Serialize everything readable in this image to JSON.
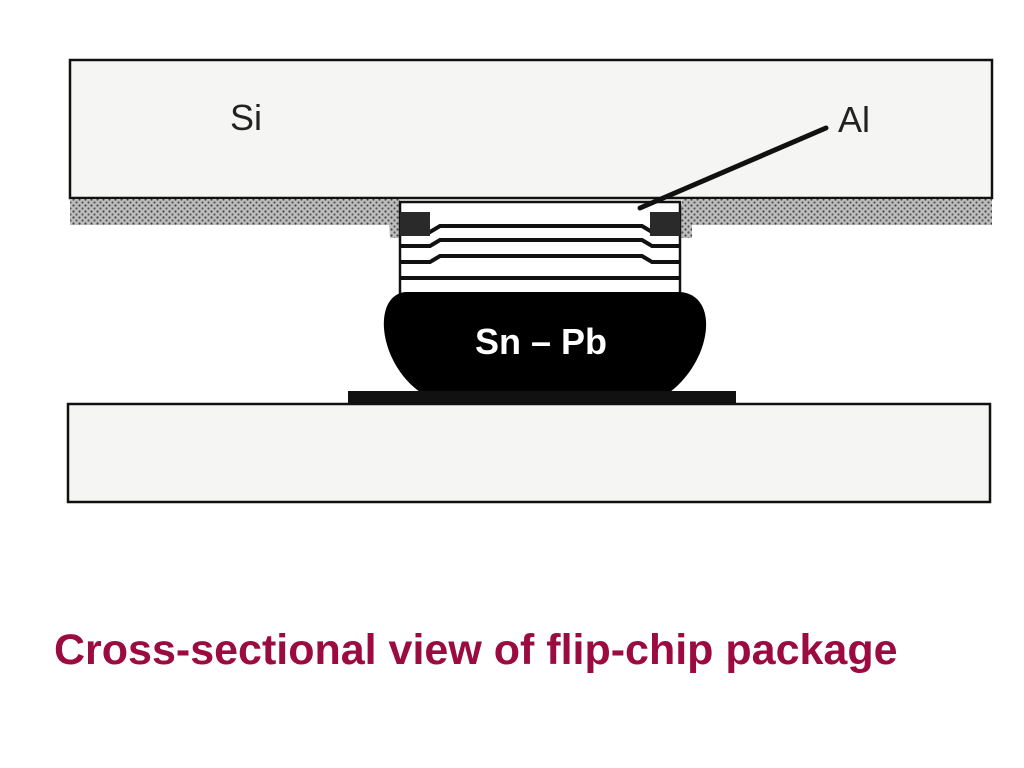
{
  "diagram": {
    "labels": {
      "si": "Si",
      "al": "Al",
      "solder": "Sn – Pb"
    }
  },
  "caption": "Cross-sectional view of flip-chip package",
  "colors": {
    "caption": "#9c0b40",
    "substrate_fill": "#f5f5f3",
    "outline": "#111111",
    "solder": "#000000",
    "passivation": "#a6a6a6"
  }
}
